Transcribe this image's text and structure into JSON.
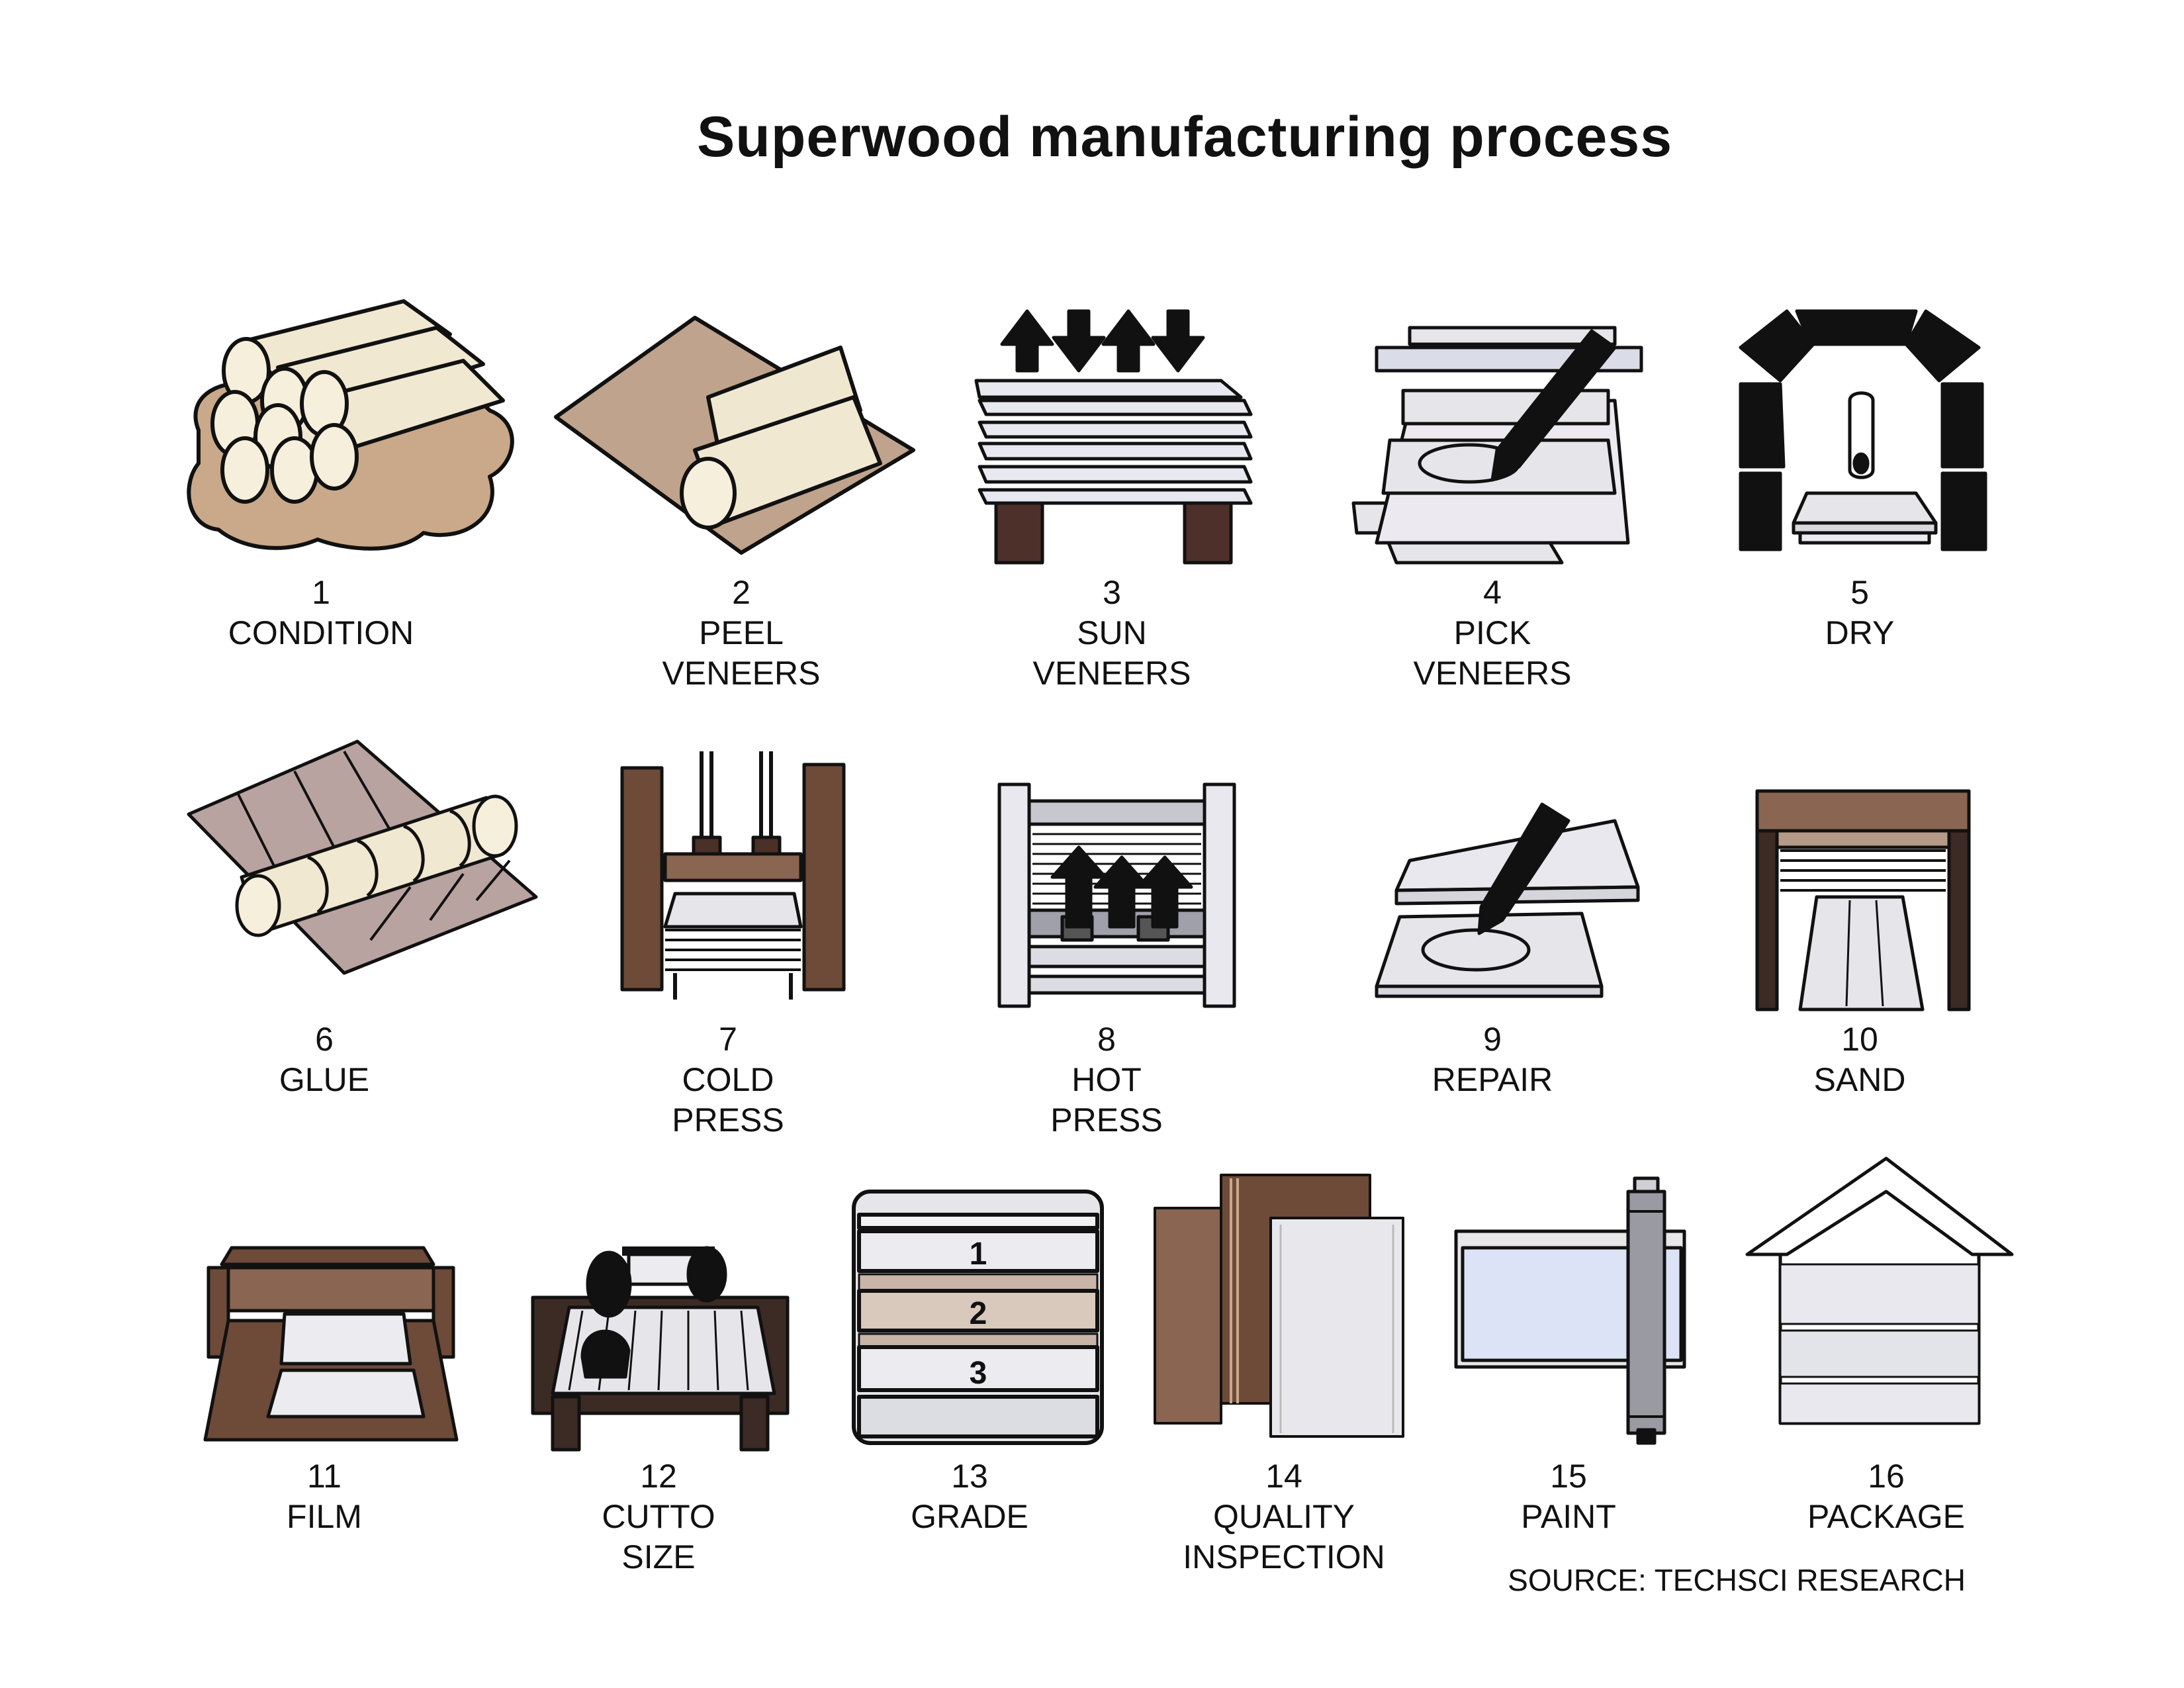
{
  "title": "Superwood manufacturing process",
  "source": "SOURCE: TECHSCI RESEARCH",
  "colors": {
    "wood_light": "#f1e8d2",
    "wood_mid": "#c9a989",
    "wood_dark": "#6e4a39",
    "sheet_light": "#e6e6ea",
    "sheet_blue": "#dde3f6",
    "outline": "#111111"
  },
  "steps": [
    {
      "number": "1",
      "label_lines": [
        "CONDITION"
      ],
      "icon": "stacked-logs-icon"
    },
    {
      "number": "2",
      "label_lines": [
        "PEEL",
        "VENEERS"
      ],
      "icon": "peeled-log-icon"
    },
    {
      "number": "3",
      "label_lines": [
        "SUN",
        "VENEERS"
      ],
      "icon": "veneer-stack-arrows-icon"
    },
    {
      "number": "4",
      "label_lines": [
        "PICK",
        "VENEERS"
      ],
      "icon": "pencil-sheets-icon"
    },
    {
      "number": "5",
      "label_lines": [
        "DRY"
      ],
      "icon": "kiln-icon"
    },
    {
      "number": "6",
      "label_lines": [
        "GLUE"
      ],
      "icon": "glue-roller-icon"
    },
    {
      "number": "7",
      "label_lines": [
        "COLD",
        "PRESS"
      ],
      "icon": "cold-press-icon"
    },
    {
      "number": "8",
      "label_lines": [
        "HOT",
        "PRESS"
      ],
      "icon": "hot-press-icon"
    },
    {
      "number": "9",
      "label_lines": [
        "REPAIR"
      ],
      "icon": "repair-pencil-icon"
    },
    {
      "number": "10",
      "label_lines": [
        "SAND"
      ],
      "icon": "sanding-machine-icon"
    },
    {
      "number": "11",
      "label_lines": [
        "FILM"
      ],
      "icon": "film-machine-icon"
    },
    {
      "number": "12",
      "label_lines": [
        "CUTTO",
        "SIZE"
      ],
      "icon": "saw-table-icon"
    },
    {
      "number": "13",
      "label_lines": [
        "GRADE"
      ],
      "icon": "graded-stack-icon",
      "grade_marks": [
        "1",
        "2",
        "3"
      ]
    },
    {
      "number": "14",
      "label_lines": [
        "QUALITY",
        "INSPECTION"
      ],
      "icon": "inspection-panels-icon"
    },
    {
      "number": "15",
      "label_lines": [
        "PAINT"
      ],
      "icon": "paint-roller-icon"
    },
    {
      "number": "16",
      "label_lines": [
        "PACKAGE"
      ],
      "icon": "package-house-icon"
    }
  ]
}
